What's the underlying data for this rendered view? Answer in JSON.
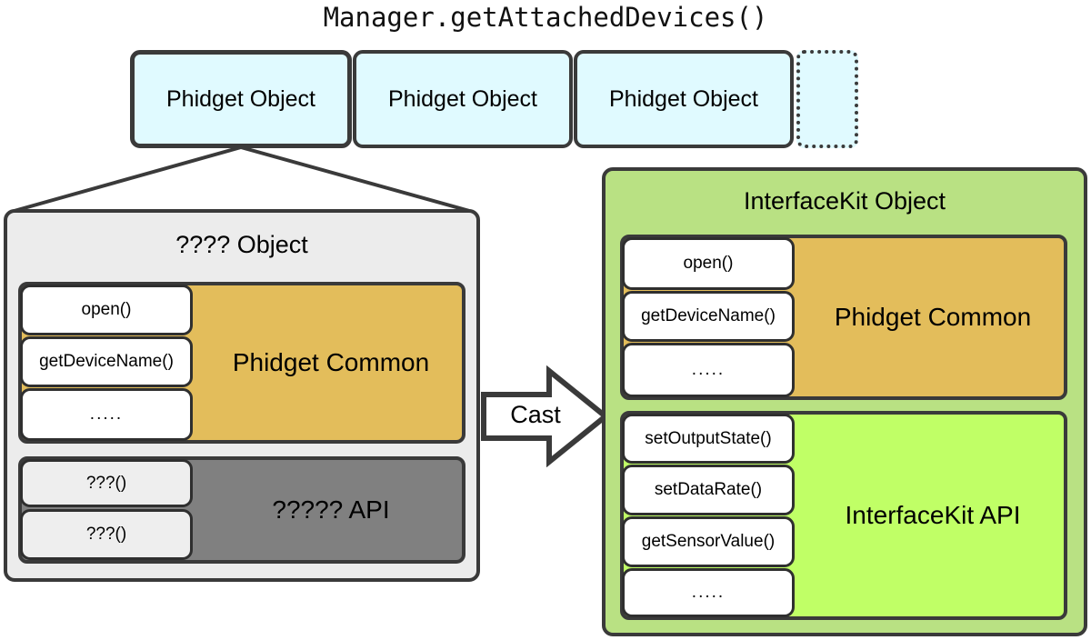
{
  "title": "Manager.getAttachedDevices()",
  "top_row": {
    "boxes": [
      {
        "label": "Phidget Object",
        "style": "solid",
        "selected": true
      },
      {
        "label": "Phidget Object",
        "style": "solid",
        "selected": false
      },
      {
        "label": "Phidget Object",
        "style": "solid",
        "selected": false
      },
      {
        "label": "",
        "style": "dotted",
        "selected": false
      }
    ]
  },
  "left_panel": {
    "title": "???? Object",
    "common_section": {
      "label": "Phidget Common",
      "color": "#e3bd5b",
      "methods": [
        "open()",
        "getDeviceName()",
        "....."
      ]
    },
    "api_section": {
      "label": "????? API",
      "color": "#808080",
      "methods": [
        "???()",
        "???()"
      ]
    }
  },
  "cast": {
    "label": "Cast"
  },
  "right_panel": {
    "title": "InterfaceKit Object",
    "common_section": {
      "label": "Phidget Common",
      "color": "#e3bd5b",
      "methods": [
        "open()",
        "getDeviceName()",
        "....."
      ]
    },
    "api_section": {
      "label": "InterfaceKit API",
      "color": "#c0ff66",
      "methods": [
        "setOutputState()",
        "setDataRate()",
        "getSensorValue()",
        "....."
      ]
    }
  },
  "colors": {
    "phidget_box_fill": "#e0faff",
    "panel_left_fill": "#ececec",
    "panel_right_fill": "#b9e183",
    "common_fill": "#e3bd5b",
    "unknown_api_fill": "#808080",
    "interfacekit_api_fill": "#c0ff66",
    "stroke": "#3a3a3a",
    "chip_fill": "#ffffff",
    "chip_grey_fill": "#eeeeee"
  }
}
